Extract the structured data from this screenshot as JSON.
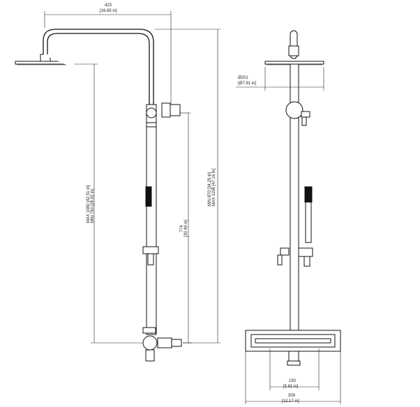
{
  "dimensions": {
    "reach_mm": "423",
    "reach_in": "[16.65 in]",
    "max_height_head": "MAX 1080 [42.51 in]",
    "min_height_head": "MIN 790 [29.92 in]",
    "handshower_height_mm": "774",
    "handshower_height_in": "[30.49 in]",
    "min_total": "MIN 870 [34.25 in]",
    "max_total": "MAX 1198 [47.16 in]",
    "head_diameter_mm": "Ø201",
    "head_diameter_in": "[Ø7.91 in]",
    "centers_mm": "150",
    "centers_in": "[5.91 in]",
    "width_mm": "309",
    "width_in": "[12.17 in]"
  },
  "colors": {
    "line": "#111111",
    "background": "#ffffff"
  }
}
